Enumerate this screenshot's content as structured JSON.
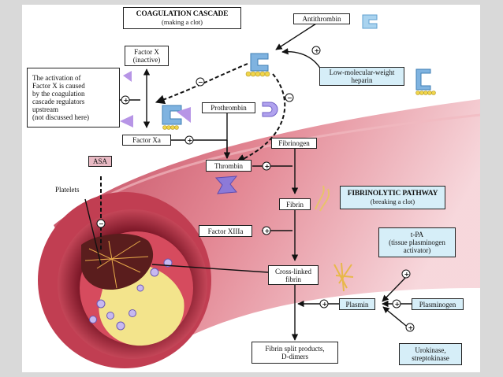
{
  "cascade": {
    "title": "COAGULATION CASCADE",
    "subtitle": "(making a clot)"
  },
  "fibrinolytic": {
    "title": "FIBRINOLYTIC PATHWAY",
    "subtitle": "(breaking a clot)"
  },
  "activation_note": [
    "The activation of",
    "Factor X is caused",
    "by the coagulation",
    "cascade regulators",
    "upstream",
    "(not discussed here)"
  ],
  "boxes": {
    "antithrombin": "Antithrombin",
    "lmwh": [
      "Low-molecular-weight",
      "heparin"
    ],
    "factor_x": [
      "Factor X",
      "(inactive)"
    ],
    "prothrombin": "Prothrombin",
    "factor_xa": "Factor Xa",
    "fibrinogen": "Fibrinogen",
    "asa": "ASA",
    "thrombin": "Thrombin",
    "fibrin": "Fibrin",
    "factor_xiiia": "Factor XIIIa",
    "crosslinked": [
      "Cross-linked",
      "fibrin"
    ],
    "plasmin": "Plasmin",
    "plasminogen": "Plasminogen",
    "tpa": [
      "t-PA",
      "(tissue plasminogen",
      "activator)"
    ],
    "split_products": [
      "Fibrin split products,",
      "D-dimers"
    ],
    "urokinase": [
      "Urokinase,",
      "streptokinase"
    ]
  },
  "platelets_label": "Platelets",
  "signs": {
    "plus": "+",
    "minus": "−"
  },
  "colors": {
    "vessel_outer": "#c94a5c",
    "vessel_inner": "#8a1d2c",
    "plaque": "#f3e48c",
    "clot": "#5a1d1d",
    "box_blue": "#d6eef8",
    "molecule_blue": "#7fb3e0",
    "molecule_yellow": "#f0d54a",
    "enzyme_purple": "#8c7ad8"
  }
}
